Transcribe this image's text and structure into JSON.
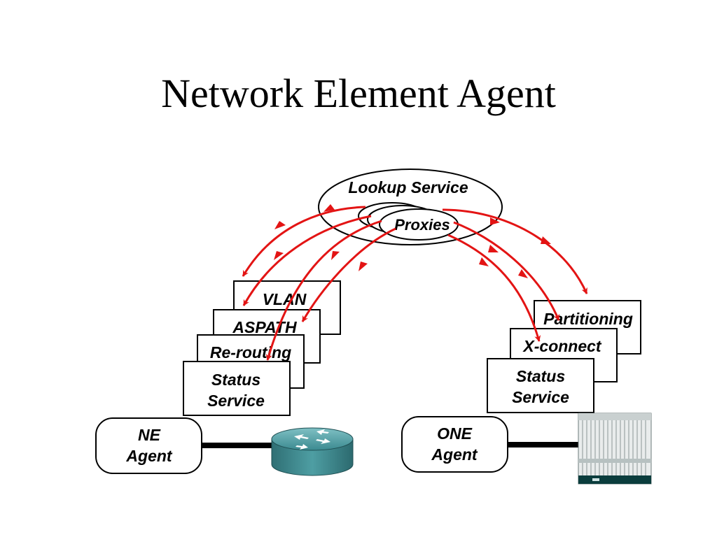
{
  "title": "Network Element Agent",
  "lookup": {
    "label": "Lookup Service",
    "proxies": "Proxies"
  },
  "ne_stack": {
    "services": [
      "VLAN",
      "ASPATH",
      "Re-routing"
    ],
    "status_line1": "Status",
    "status_line2": "Service",
    "agent_line1": "NE",
    "agent_line2": "Agent"
  },
  "one_stack": {
    "services": [
      "Partitioning",
      "X-connect"
    ],
    "status_line1": "Status",
    "status_line2": "Service",
    "agent_line1": "ONE",
    "agent_line2": "Agent"
  },
  "colors": {
    "arrow": "#e31414",
    "router": "#3f8d93",
    "switch_base": "#0b3d3d"
  },
  "icons": {
    "router": "router-icon",
    "optical_switch": "optical-switch-icon"
  }
}
